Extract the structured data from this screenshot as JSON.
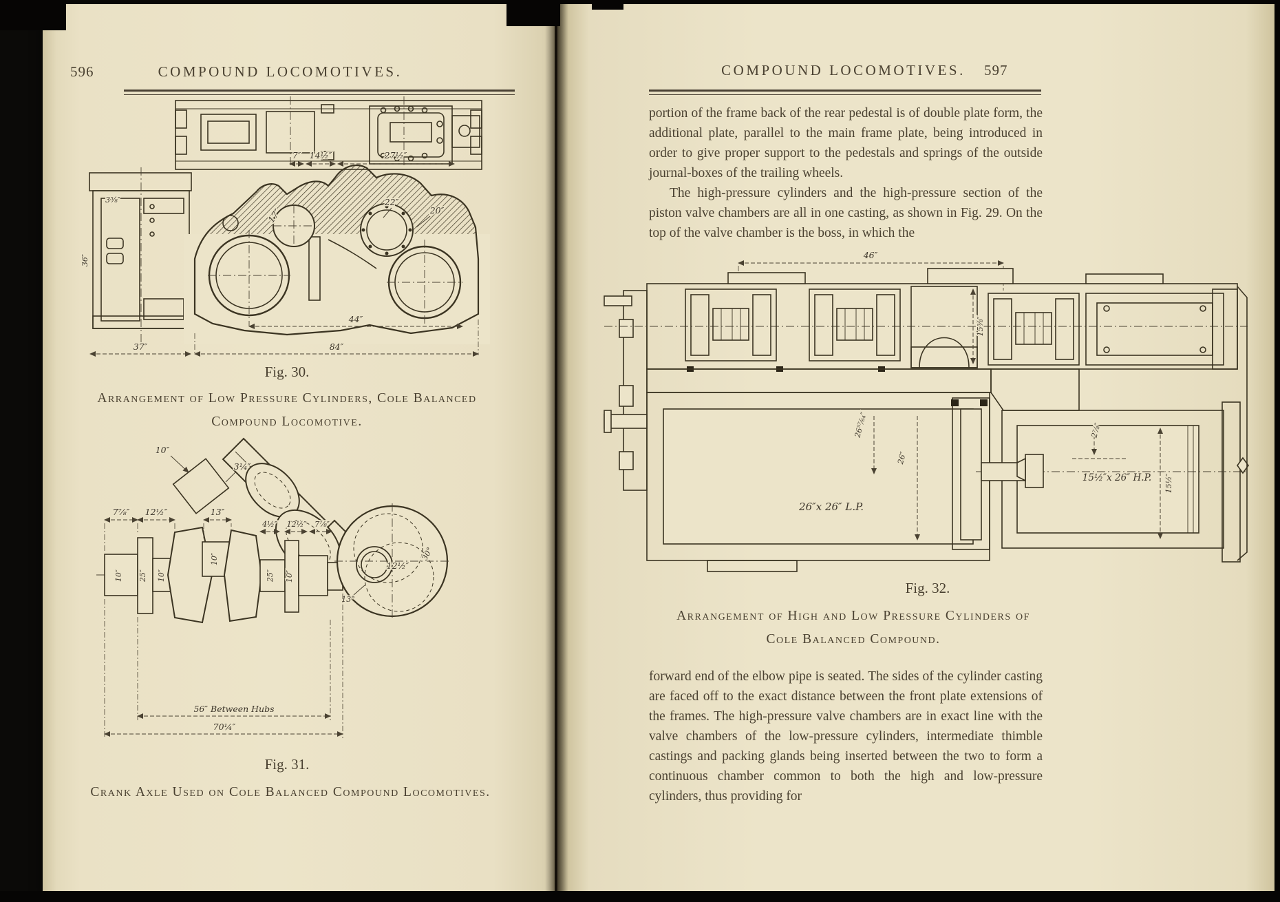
{
  "left_page": {
    "page_number": "596",
    "running_head": "COMPOUND LOCOMOTIVES.",
    "fig30": {
      "fig_label": "Fig. 30.",
      "caption_line1": "Arrangement of Low Pressure Cylinders, Cole Balanced",
      "caption_line2": "Compound Locomotive.",
      "dims": {
        "d7": "7″",
        "d14h": "14½″",
        "d27h": "27½″",
        "d22": "22″",
        "d20": "20″",
        "d17": "17″",
        "d44": "44″",
        "d84": "84″",
        "d37": "37″",
        "d36": "36″",
        "d3e": "3⅝″"
      }
    },
    "fig31": {
      "fig_label": "Fig. 31.",
      "caption": "Crank Axle Used on Cole Balanced Compound Locomotives.",
      "dims": {
        "arm1": "10″",
        "arm2": "3¼″",
        "t1": "7⅞″",
        "t2": "12½″",
        "t3": "13″",
        "m1": "4½″",
        "m2": "12½″",
        "m3": "7⅞″",
        "v1": "10″",
        "v2": "25″",
        "v3": "10″",
        "v4": "10″",
        "v5": "25″",
        "v6": "10″",
        "end_d": "12½″",
        "end_a1": "13°",
        "end_a2": "30°",
        "hubs": "56″ Between Hubs",
        "overall": "70¼″"
      }
    }
  },
  "right_page": {
    "page_number": "597",
    "running_head": "COMPOUND LOCOMOTIVES.",
    "para1": "portion of the frame back of the rear pedestal is of double plate form, the additional plate, parallel to the main frame plate, being introduced in order to give proper support to the pedestals and springs of the outside journal-boxes of the trailing wheels.",
    "para2": "The high-pressure cylinders and the high-pressure section of the piston valve chambers are all in one casting, as shown in Fig. 29.  On the top of the valve chamber is the boss, in which the",
    "fig32": {
      "fig_label": "Fig. 32.",
      "caption_line1": "Arrangement of High and Low Pressure Cylinders of",
      "caption_line2": "Cole Balanced Compound.",
      "dims": {
        "top": "46″",
        "lp": "26″x 26″ L.P.",
        "hp": "15½″x 26″ H.P.",
        "left1": "26⁵⁷⁄₆₄″",
        "inner": "26″",
        "v_right": "15½″",
        "small": "2⅞″",
        "band": "15⅝″"
      }
    },
    "para3": "forward end of the elbow pipe is seated.  The sides of the cylinder casting are faced off to the exact distance between the front plate extensions of the frames.  The high-pressure valve chambers are in exact line with the valve chambers of the low-pressure cylinders, intermediate thimble castings and packing glands being inserted between the two to form a continuous chamber common to both the high and low-pressure cylinders, thus providing for"
  }
}
